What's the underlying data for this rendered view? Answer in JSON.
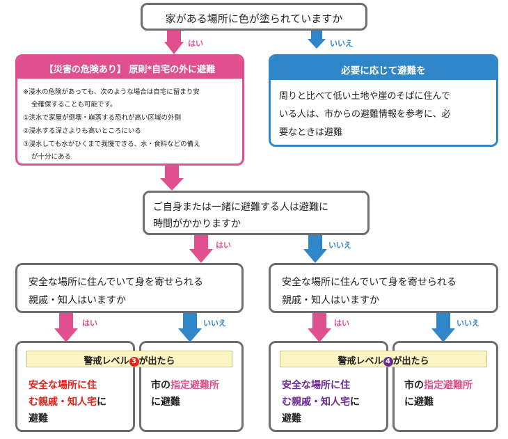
{
  "q1": "家がある場所に色が塗られていますか",
  "yes": "はい",
  "no": "いいえ",
  "danger": {
    "title": "【災害の危険あり】 原則*自宅の外に避難",
    "note1": "※浸水の危険があっても、次のような場合は自宅に留まり安",
    "note2": "全確保することも可能です。",
    "items": [
      "①洪水で家屋が倒壊・崩落する恐れが高い区域の外側",
      "②浸水する深さよりも高いところにいる",
      "③浸水しても水がひくまで我慢できる、水・食料などの備え"
    ],
    "item3_cont": "が十分にある"
  },
  "safe": {
    "title": "必要に応じて避難を",
    "lines": [
      "周りと比べて低い土地や崖のそばに住んで",
      "いる人は、市からの避難情報を参考に、必",
      "要なときは避難"
    ]
  },
  "q2": {
    "line1": "ご自身または一緒に避難する人は避難に",
    "line2": "時間がかかりますか"
  },
  "q3": {
    "line1": "安全な場所に住んでいて身を寄せられる",
    "line2": "親戚・知人はいますか"
  },
  "banner_left": {
    "pre": "警戒レベル",
    "num": "3",
    "post": "が出たら"
  },
  "banner_right": {
    "pre": "警戒レベル",
    "num": "4",
    "post": "が出たら"
  },
  "result_relative": {
    "line1": "安全な場所に住",
    "line2a": "む親戚・知人宅",
    "line2b": "に",
    "line3": "避難"
  },
  "result_shelter": {
    "pre": "市の",
    "hl": "指定避難所",
    "line2": "に避難"
  },
  "colors": {
    "pink": "#e0508e",
    "blue": "#2f86c9",
    "gray_border": "#6d6e71",
    "red_text": "#e2231a",
    "purple_text": "#6b2c91",
    "level3": "#e2231a",
    "level4": "#6b2c91"
  }
}
